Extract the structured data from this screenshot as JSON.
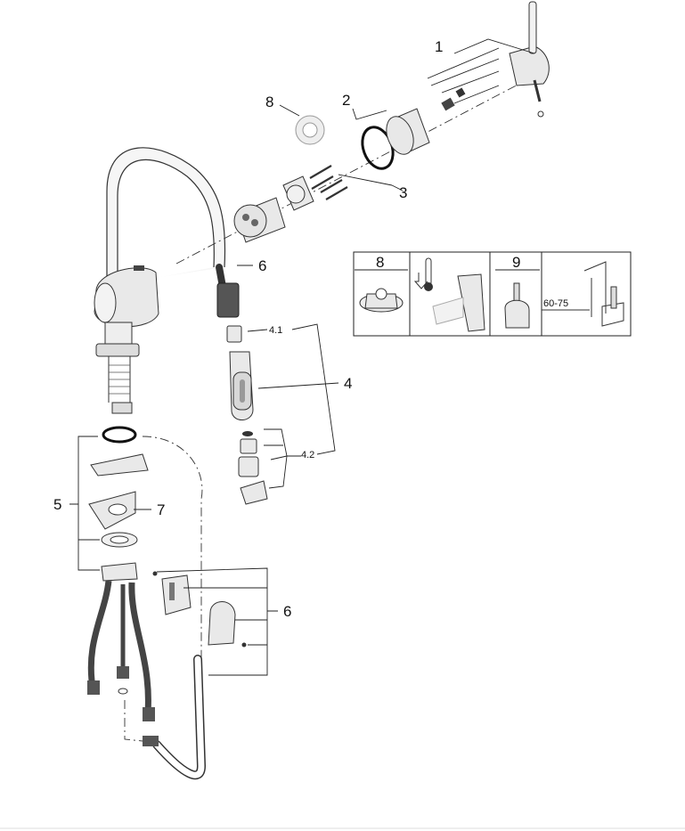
{
  "labels": {
    "n1": "1",
    "n2": "2",
    "n3": "3",
    "n4": "4",
    "n41": "4.1",
    "n42": "4.2",
    "n5": "5",
    "n6a": "6",
    "n6b": "6",
    "n7": "7",
    "n8": "8"
  },
  "inset": {
    "p8": "8",
    "p9": "9",
    "dim": "60-75"
  }
}
